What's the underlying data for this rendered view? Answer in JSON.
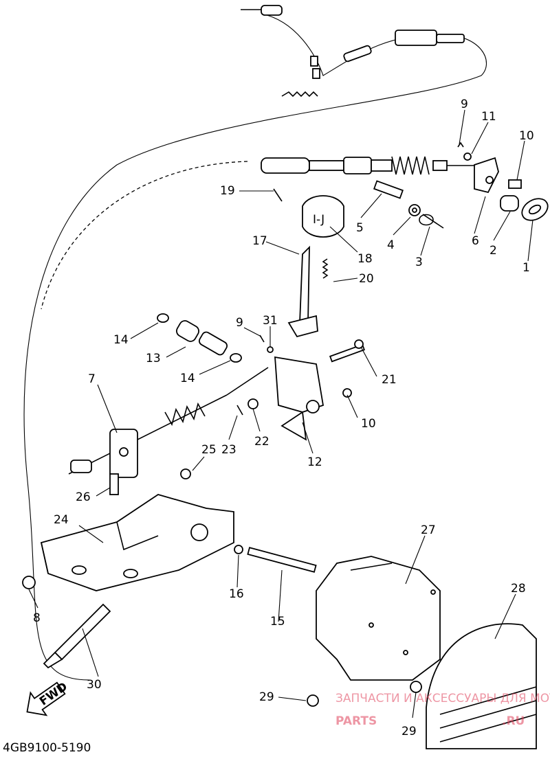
{
  "diagram": {
    "drawing_code": "4GB9100-5190",
    "fwd_label": "FWD",
    "watermark": {
      "line1": "ЗАПЧАСТИ И АКСЕССУАРЫ ДЛЯ МОТОТЕХНИКИ",
      "brand": "PARTS",
      "suffix": ".RU",
      "color": "#e0415a"
    },
    "callouts": [
      "1",
      "2",
      "3",
      "4",
      "5",
      "6",
      "7",
      "8",
      "9",
      "9",
      "10",
      "10",
      "11",
      "12",
      "13",
      "14",
      "14",
      "15",
      "16",
      "17",
      "18",
      "19",
      "20",
      "21",
      "22",
      "23",
      "24",
      "25",
      "26",
      "27",
      "28",
      "29",
      "29",
      "30",
      "31"
    ]
  }
}
